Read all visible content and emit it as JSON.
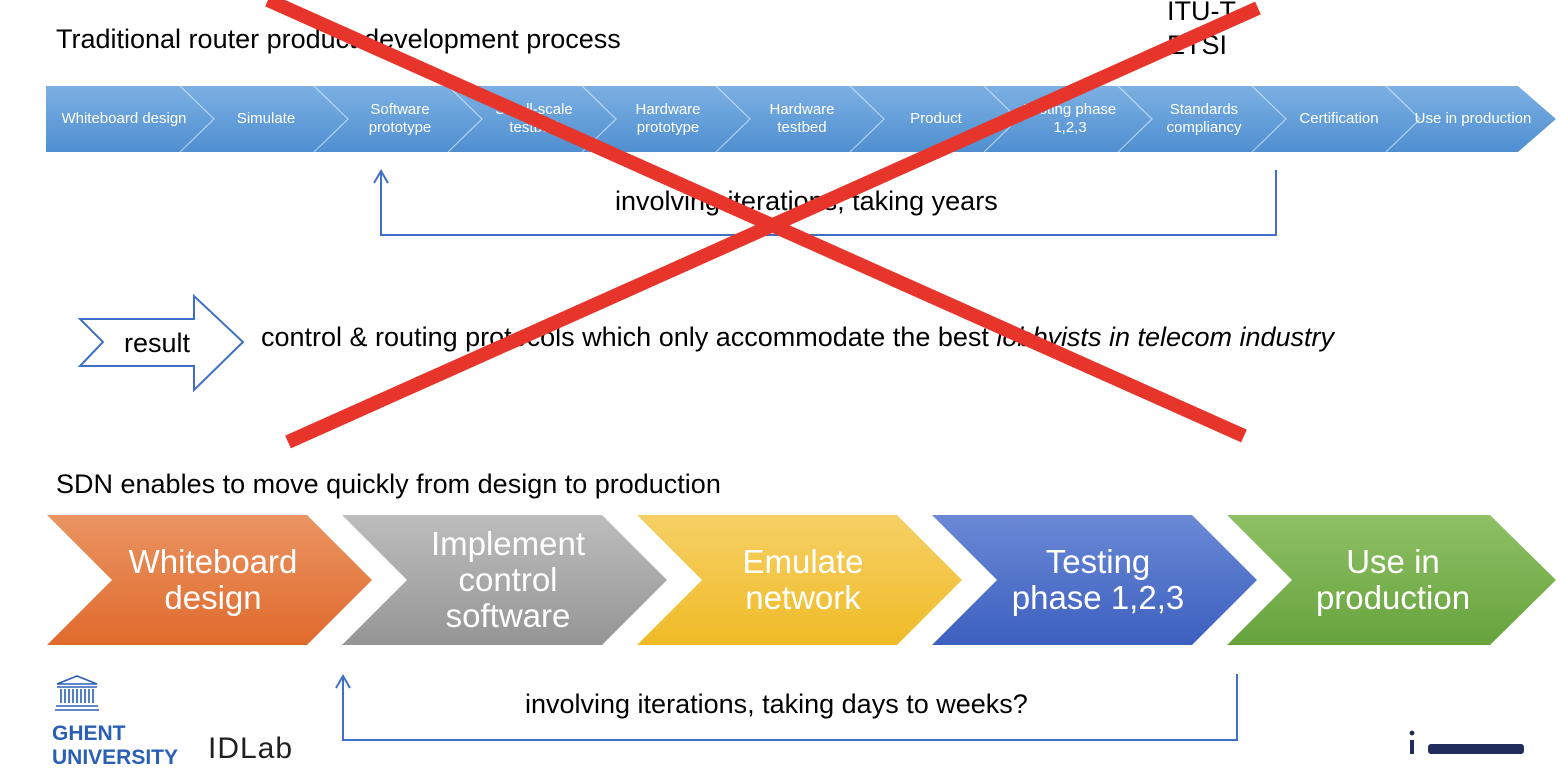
{
  "traditional": {
    "title": "Traditional router product development process",
    "steps": [
      "Whiteboard design",
      "Simulate",
      "Software prototype",
      "Small-scale testbed",
      "Hardware prototype",
      "Hardware testbed",
      "Product",
      "Testing phase 1,2,3",
      "Standards compliancy",
      "Certification",
      "Use in production"
    ],
    "standards_bodies": [
      "ITU-T",
      "ETSI"
    ],
    "iteration_note": "involving iterations, taking years",
    "color": "#5b9bd5"
  },
  "result": {
    "arrow_label": "result",
    "text_plain": "control & routing protocols which only accommodate the best ",
    "text_italic": "lobbyists in telecom industry"
  },
  "sdn": {
    "title": "SDN enables to move quickly from design to production",
    "steps": [
      {
        "label": "Whiteboard design",
        "color": "#e0743a"
      },
      {
        "label": "Implement control software",
        "color": "#a5a5a5"
      },
      {
        "label": "Emulate network",
        "color": "#f2c234"
      },
      {
        "label": "Testing phase 1,2,3",
        "color": "#4a6bc4"
      },
      {
        "label": "Use in production",
        "color": "#72ac4a"
      }
    ],
    "iteration_note": "involving iterations, taking days to weeks?"
  },
  "footer": {
    "logo_ghent": "GHENT UNIVERSITY",
    "logo_idlab": "IDLab",
    "logo_imec": "imec"
  },
  "colors": {
    "cross": "#e8352b",
    "iteration_arrow": "#3f6fc6"
  },
  "icons": [
    "university-building-icon",
    "right-arrow-icon",
    "cross-out-mark"
  ]
}
